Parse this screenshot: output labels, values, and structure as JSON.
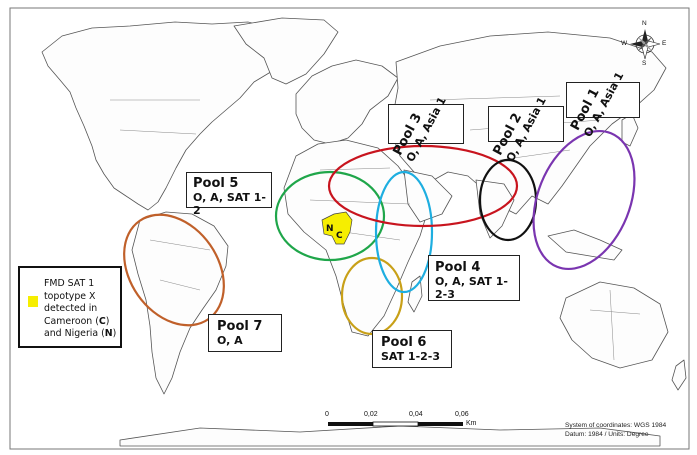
{
  "pools": [
    {
      "id": "pool-1",
      "title": "Pool 1",
      "serotypes": "O, A, Asia 1",
      "color": "#7a35b0"
    },
    {
      "id": "pool-2",
      "title": "Pool 2",
      "serotypes": "O, A, Asia 1",
      "color": "#111111"
    },
    {
      "id": "pool-3",
      "title": "Pool 3",
      "serotypes": "O, A, Asia 1",
      "color": "#c8141e"
    },
    {
      "id": "pool-4",
      "title": "Pool 4",
      "serotypes": "O, A, SAT 1-2-3",
      "color": "#1eaee0"
    },
    {
      "id": "pool-5",
      "title": "Pool 5",
      "serotypes": "O, A, SAT 1-2",
      "color": "#1fa64a"
    },
    {
      "id": "pool-6",
      "title": "Pool 6",
      "serotypes": "SAT 1-2-3",
      "color": "#c8a018"
    },
    {
      "id": "pool-7",
      "title": "Pool 7",
      "serotypes": "O, A",
      "color": "#c0602a"
    }
  ],
  "legend": {
    "line1": "FMD SAT 1",
    "line2": "topotype X",
    "line3": "detected in",
    "line4_pre": "Cameroon (",
    "line4_bold": "C",
    "line4_post": ")",
    "line5_pre": "and Nigeria (",
    "line5_bold": "N",
    "line5_post": ")",
    "swatch_color": "#f6ee00"
  },
  "highlight": {
    "nigeria_label": "N",
    "cameroon_label": "C",
    "color": "#f6ee00"
  },
  "scale_bar": {
    "ticks": [
      "0",
      "0,02",
      "0,04",
      "0,06"
    ],
    "unit": "Km"
  },
  "coordinate_info": {
    "line1": "System of coordinates: WGS 1984",
    "line2": "Datum: 1984  /  Units: Degree"
  },
  "compass": {
    "n": "N",
    "s": "S",
    "e": "E",
    "w": "W"
  }
}
